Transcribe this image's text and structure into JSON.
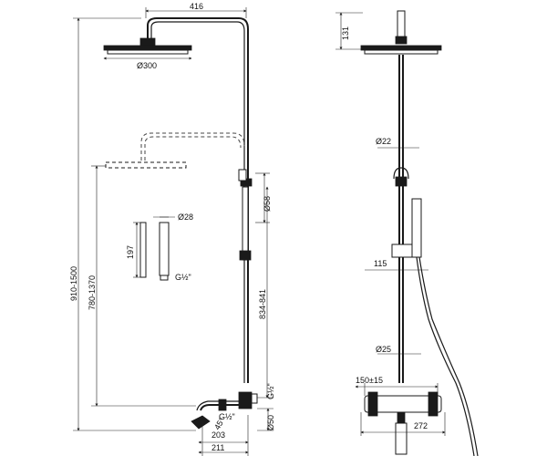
{
  "dimensions": {
    "arm_length": "416",
    "head_diameter": "Ø300",
    "height_range": "910-1500",
    "height_range_2": "780-1370",
    "spacing_range": "834-841",
    "offset_58": "Ø58",
    "hand_length": "197",
    "hand_diameter": "Ø28",
    "hand_thread": "G½\"",
    "thread_top": "G½\"",
    "thread_spout": "G½\"",
    "angle": "45°",
    "depth_50": "Ø50",
    "spout_203": "203",
    "spout_211": "211",
    "head_height": "131",
    "pipe_diameter": "Ø22",
    "bracket_115": "115",
    "pipe_25": "Ø25",
    "centres": "150±15",
    "mixer_width": "272"
  }
}
